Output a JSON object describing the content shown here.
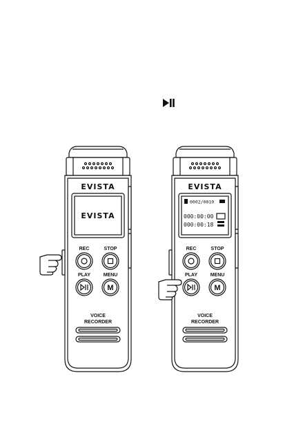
{
  "top_icon": "play-pause-icon",
  "devices": [
    {
      "brand": "EVISTA",
      "screen_logo": "EVISTA",
      "rec_label": "REC",
      "stop_label": "STOP",
      "play_label": "PLAY",
      "menu_label": "MENU",
      "menu_key": "M",
      "model_line1": "VOICE",
      "model_line2": "RECORDER",
      "pointer": "side-switch"
    },
    {
      "brand": "EVISTA",
      "file_index": "0002/0010",
      "elapsed_time": "000:00:00",
      "total_time": "000:00:18",
      "rec_label": "REC",
      "stop_label": "STOP",
      "play_label": "PLAY",
      "menu_label": "MENU",
      "menu_key": "M",
      "model_line1": "VOICE",
      "model_line2": "RECORDER",
      "pointer": "play-button"
    }
  ]
}
